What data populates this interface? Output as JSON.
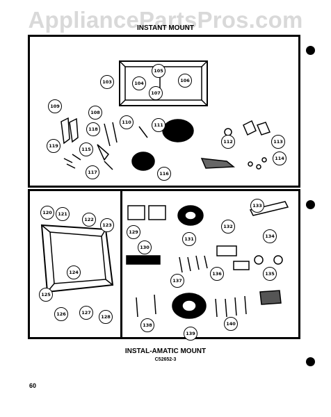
{
  "watermark": "AppliancePartsPros.com",
  "top_title": "INSTANT MOUNT",
  "bottom_title": "INSTAL-AMATIC MOUNT",
  "bottom_subtitle": "C52652-3",
  "page_number": "60",
  "callouts_top": [
    "103",
    "104",
    "105",
    "106",
    "107",
    "108",
    "109",
    "110",
    "111",
    "112",
    "113",
    "114",
    "115",
    "116",
    "117",
    "118",
    "119"
  ],
  "callouts_bottom_left": [
    "120",
    "121",
    "122",
    "123",
    "124",
    "125",
    "126",
    "127",
    "128"
  ],
  "callouts_bottom_right": [
    "129",
    "130",
    "131",
    "132",
    "133",
    "134",
    "135",
    "136",
    "137",
    "138",
    "139",
    "140"
  ]
}
